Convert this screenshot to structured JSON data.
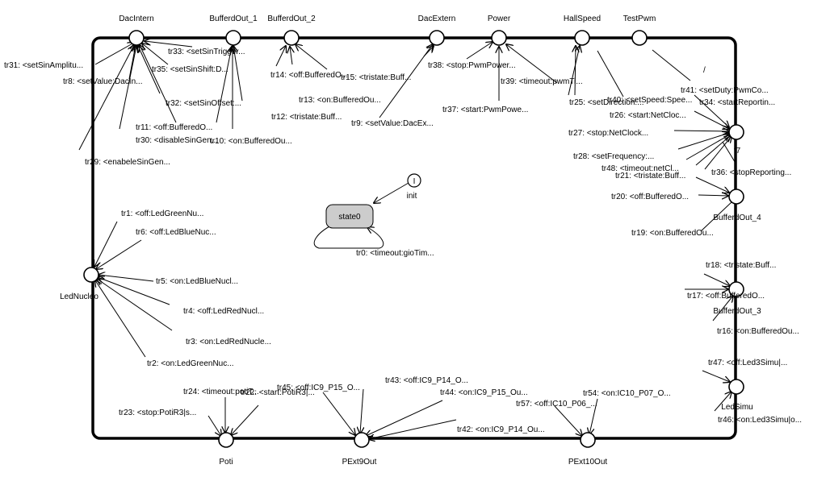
{
  "diagram": {
    "state": "state0",
    "init_marker": "I",
    "init_label": "init",
    "ports": {
      "dacintern": "DacIntern",
      "bufferdout1": "BufferdOut_1",
      "bufferdout2": "BufferdOut_2",
      "dacextern": "DacExtern",
      "power": "Power",
      "hallspeed": "HallSpeed",
      "testpwm": "TestPwm",
      "t7": "t7",
      "bufferdout4": "BufferdOut_4",
      "bufferdout3": "BufferdOut_3",
      "ledsimu": "LedSimu",
      "lednucleo": "LedNucleo",
      "poti": "Poti",
      "pext9out": "PExt9Out",
      "pext10out": "PExt10Out"
    },
    "marker_slash": "/",
    "transitions": {
      "tr0": "tr0: <timeout:gioTim...",
      "tr1": "tr1: <off:LedGreenNu...",
      "tr2": "tr2: <on:LedGreenNuc...",
      "tr3": "tr3: <on:LedRedNucle...",
      "tr4": "tr4: <off:LedRedNucl...",
      "tr5": "tr5: <on:LedBlueNucl...",
      "tr6": "tr6: <off:LedBlueNuc...",
      "tr8": "tr8: <setValue:DacIn...",
      "tr9": "tr9: <setValue:DacEx...",
      "tr10": "tr10: <on:BufferedOu...",
      "tr11": "tr11: <off:BufferedO...",
      "tr12": "tr12: <tristate:Buff...",
      "tr13": "tr13: <on:BufferedOu...",
      "tr14": "tr14: <off:BufferedO...",
      "tr15": "tr15: <tristate:Buff...",
      "tr16": "tr16: <on:BufferedOu...",
      "tr17": "tr17: <off:BufferedO...",
      "tr18": "tr18: <tristate:Buff...",
      "tr19": "tr19: <on:BufferedOu...",
      "tr20": "tr20: <off:BufferedO...",
      "tr21": "tr21: <tristate:Buff...",
      "tr22": "tr22: <start:PotiR3|...",
      "tr23": "tr23: <stop:PotiR3|s...",
      "tr24": "tr24: <timeout:potiT...",
      "tr25": "tr25: <setDirection:...",
      "tr26": "tr26: <start:NetCloc...",
      "tr27": "tr27: <stop:NetClock...",
      "tr28": "tr28: <setFrequency:...",
      "tr29": "tr29: <enabeleSinGen...",
      "tr30": "tr30: <disableSinGen...",
      "tr31": "tr31: <setSinAmplitu...",
      "tr32": "tr32: <setSinOffset:...",
      "tr33": "tr33: <setSinTrigger...",
      "tr34": "tr34: <startReportin...",
      "tr35": "tr35: <setSinShift:D...",
      "tr36": "tr36: <stopReporting...",
      "tr37": "tr37: <start:PwmPowe...",
      "tr38": "tr38: <stop:PwmPower...",
      "tr39": "tr39: <timeout:pwmTi...",
      "tr40": "tr40: <setSpeed:Spee...",
      "tr41": "tr41: <setDuty:PwmCo...",
      "tr42": "tr42: <on:IC9_P14_Ou...",
      "tr43": "tr43: <off:IC9_P14_O...",
      "tr44": "tr44: <on:IC9_P15_Ou...",
      "tr45": "tr45: <off:IC9_P15_O...",
      "tr46": "tr46: <on:Led3Simu|o...",
      "tr47": "tr47: <off:Led3Simu|...",
      "tr48": "tr48: <timeout:netCl...",
      "tr54": "tr54: <on:IC10_P07_O...",
      "tr57": "tr57: <off:IC10_P06_..."
    }
  }
}
